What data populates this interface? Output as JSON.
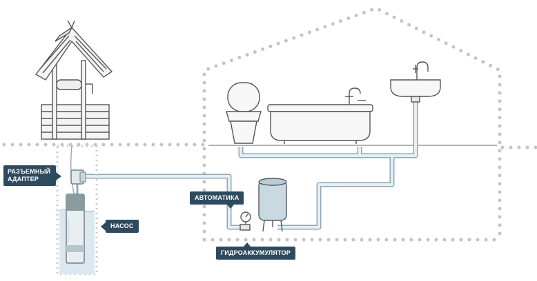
{
  "labels": {
    "adapter": "РАЗЪЕМНЫЙ АДАПТЕР",
    "pump": "НАСОС",
    "automation": "АВТОМАТИКА",
    "accumulator": "ГИДРОАККУМУЛЯТОР"
  },
  "colors": {
    "label_bg": "#2e4a5e",
    "pipe_fill": "#dce8ef",
    "pipe_stroke": "#8ea7b8",
    "dots": "#bdbdbd",
    "line_art": "#555555",
    "wood": "#f2f2f2"
  },
  "icons": [
    "well-icon",
    "pump-icon",
    "toilet-icon",
    "bathtub-icon",
    "sink-icon",
    "faucet-icon",
    "pressure-gauge-icon",
    "accumulator-tank-icon"
  ]
}
